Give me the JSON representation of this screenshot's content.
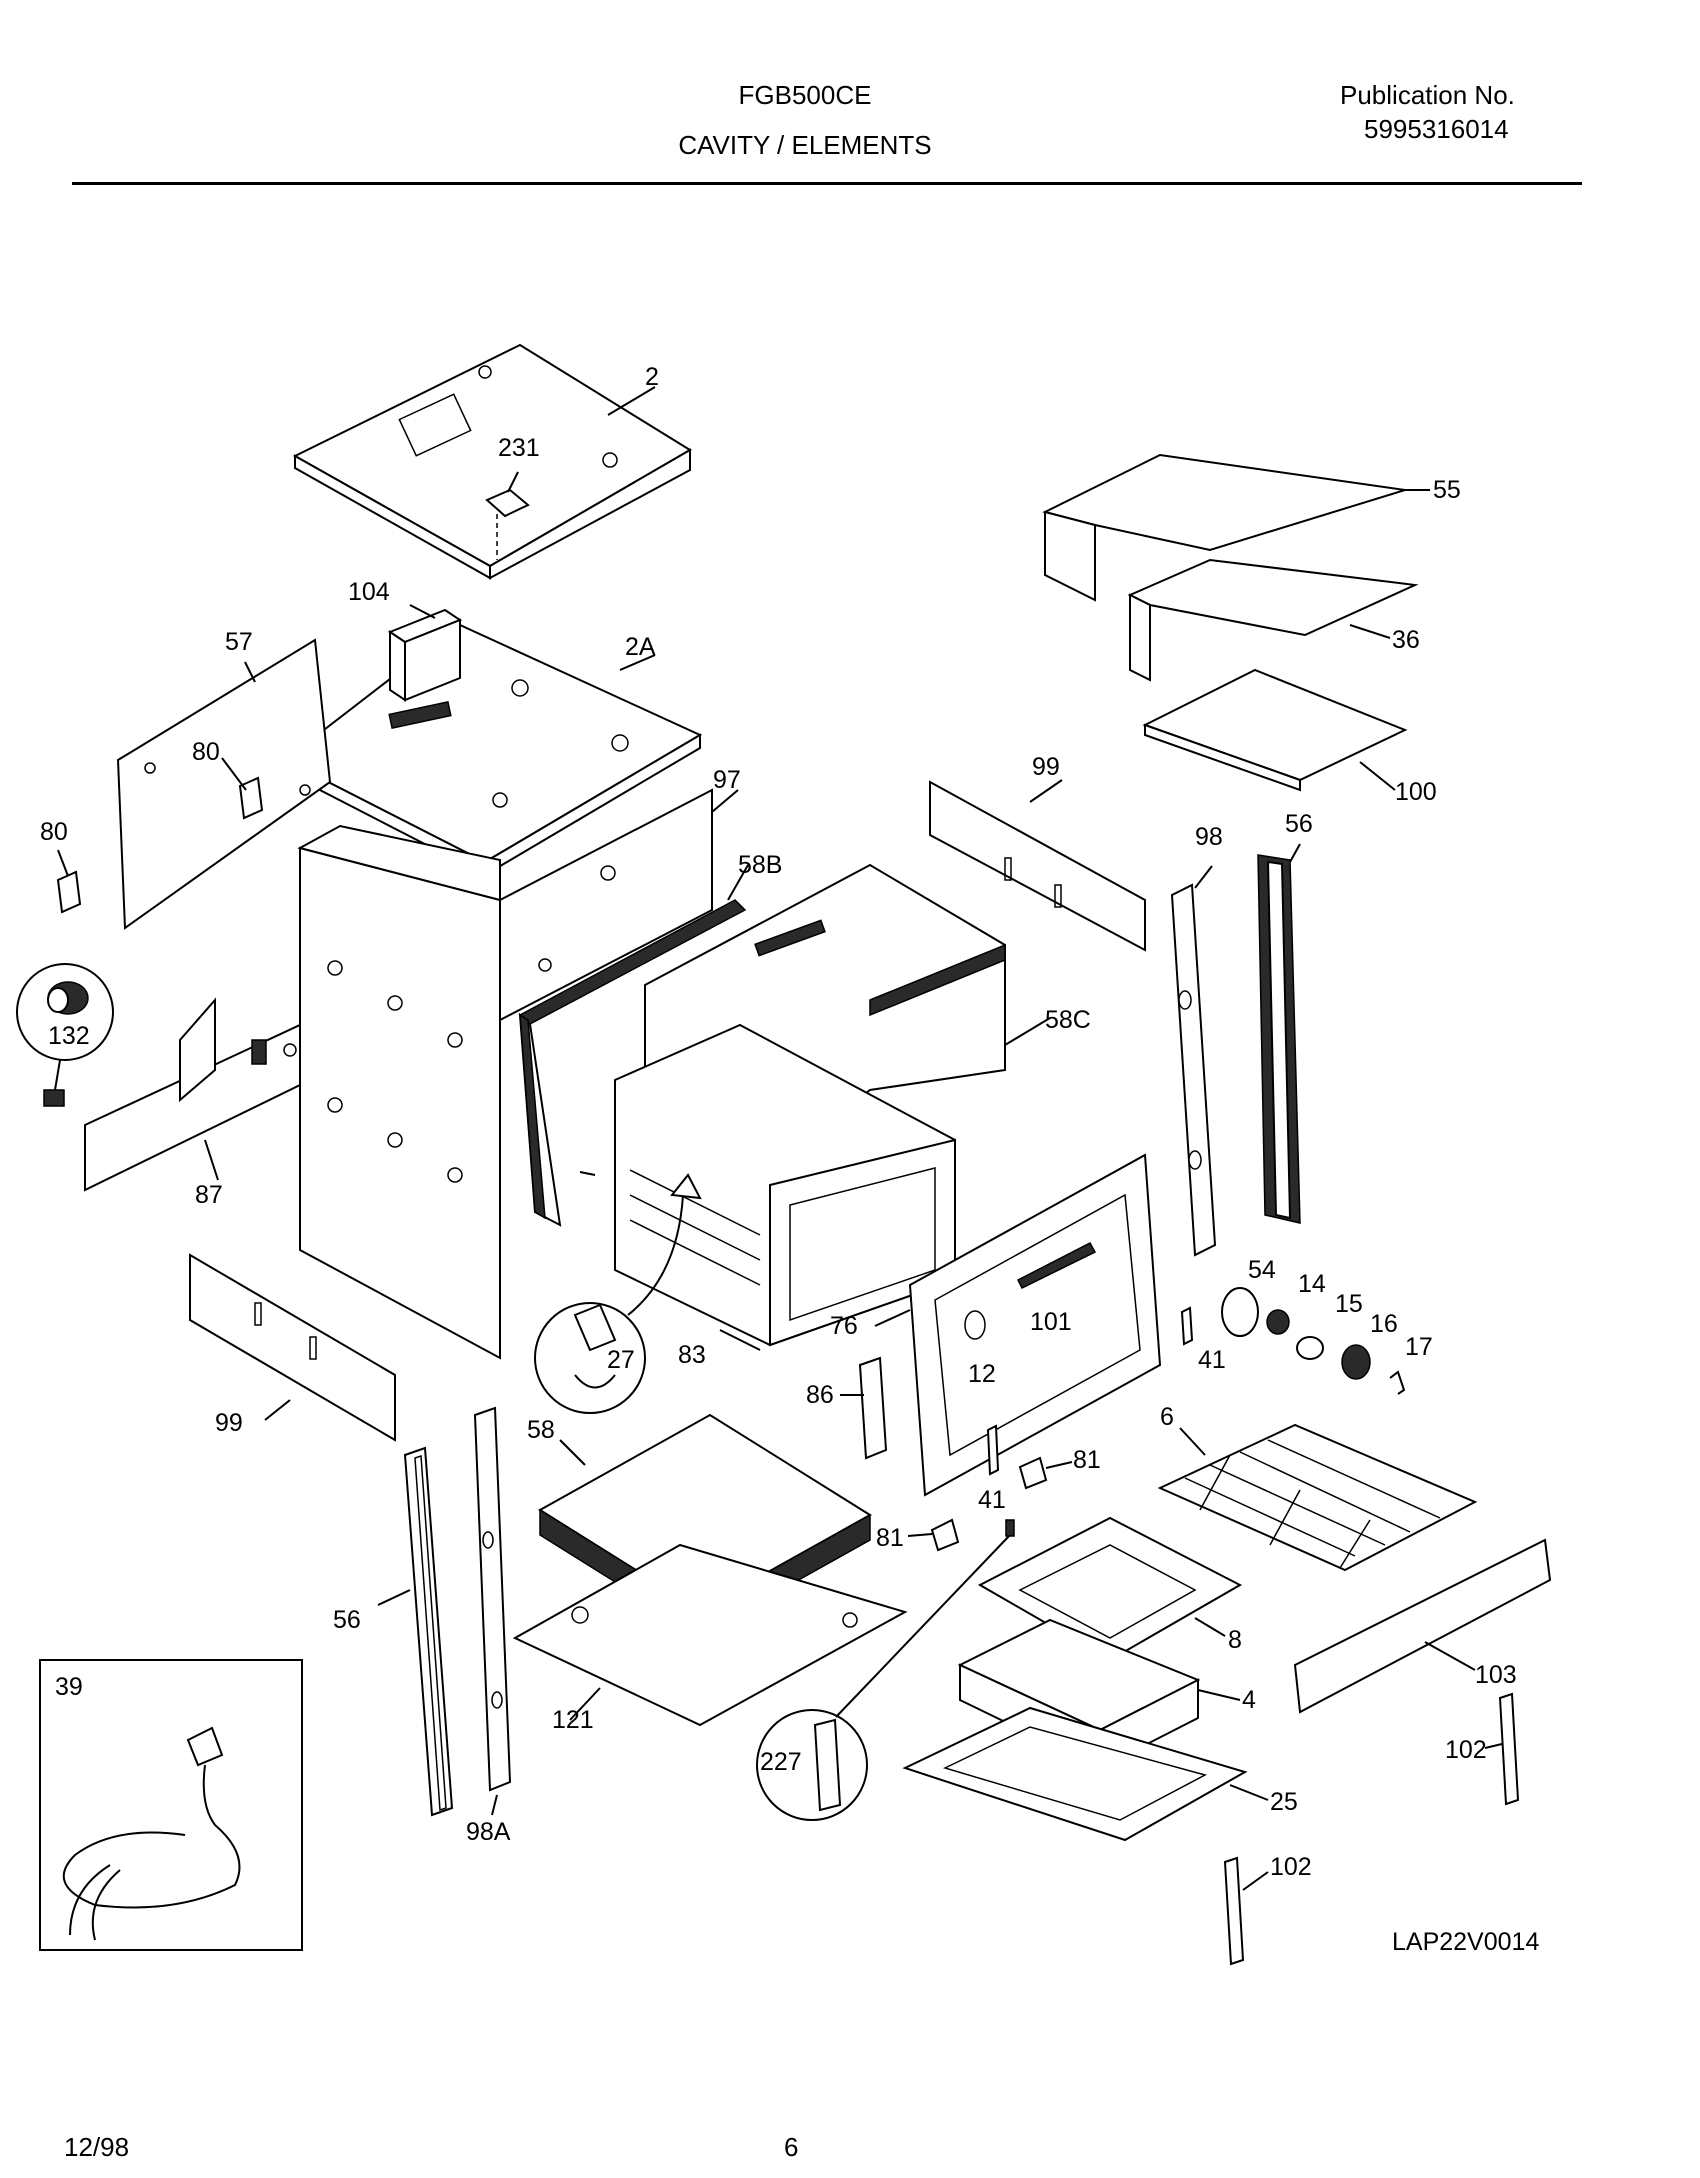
{
  "header": {
    "model": "FGB500CE",
    "section": "CAVITY / ELEMENTS",
    "publication_label": "Publication No.",
    "publication_number": "5995316014"
  },
  "footer": {
    "date": "12/98",
    "page": "6"
  },
  "diagram": {
    "drawing_code": "LAP22V0014",
    "callouts": [
      "2",
      "231",
      "104",
      "57",
      "2A",
      "80",
      "80",
      "97",
      "132",
      "87",
      "58B",
      "58C",
      "99",
      "99",
      "98",
      "98A",
      "56",
      "56",
      "55",
      "36",
      "100",
      "27",
      "83",
      "76",
      "101",
      "12",
      "86",
      "58",
      "81",
      "81",
      "41",
      "41",
      "54",
      "14",
      "15",
      "16",
      "17",
      "6",
      "8",
      "4",
      "25",
      "103",
      "102",
      "102",
      "121",
      "227",
      "39"
    ]
  }
}
